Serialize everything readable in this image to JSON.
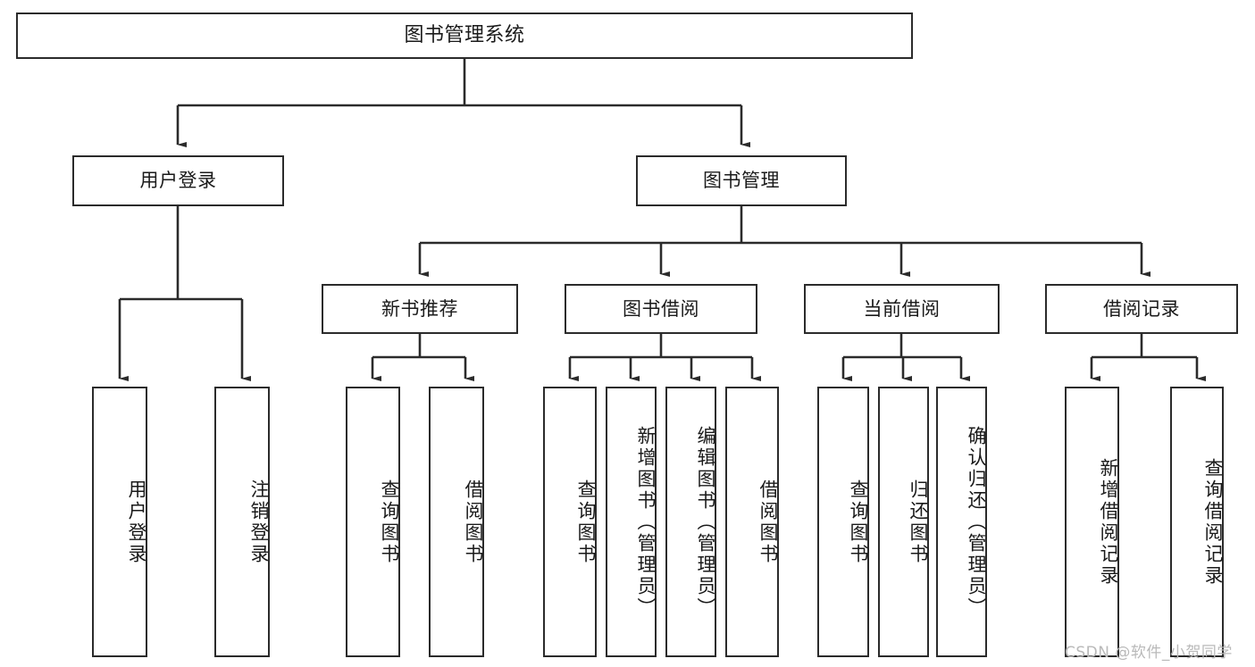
{
  "diagram": {
    "title": "图书管理系统",
    "type": "hierarchy-tree",
    "orientation": "top-down",
    "levels": 3,
    "colors": {
      "box_border": "#2b2b2b",
      "box_fill": "#ffffff",
      "edge": "#2b2b2b",
      "text": "#1a1a1a",
      "watermark": "#b9b9b9",
      "background": "#ffffff"
    }
  },
  "nodes": {
    "root": {
      "label": "图书管理系统"
    },
    "level1": [
      {
        "id": "user-login",
        "label": "用户登录"
      },
      {
        "id": "book-management",
        "label": "图书管理"
      }
    ],
    "level2": [
      {
        "id": "new-book-recommend",
        "label": "新书推荐",
        "parent": "book-management"
      },
      {
        "id": "book-borrow",
        "label": "图书借阅",
        "parent": "book-management"
      },
      {
        "id": "current-borrow",
        "label": "当前借阅",
        "parent": "book-management"
      },
      {
        "id": "borrow-record",
        "label": "借阅记录",
        "parent": "book-management"
      }
    ],
    "leaves": [
      {
        "id": "leaf-user-login",
        "label": "用户登录",
        "parent": "user-login"
      },
      {
        "id": "leaf-logout",
        "label": "注销登录",
        "parent": "user-login"
      },
      {
        "id": "leaf-query-book-1",
        "label": "查询图书",
        "parent": "new-book-recommend"
      },
      {
        "id": "leaf-borrow-book-1",
        "label": "借阅图书",
        "parent": "new-book-recommend"
      },
      {
        "id": "leaf-query-book-2",
        "label": "查询图书",
        "parent": "book-borrow"
      },
      {
        "id": "leaf-add-book",
        "label": "新增图书（管理员）",
        "parent": "book-borrow"
      },
      {
        "id": "leaf-edit-book",
        "label": "编辑图书（管理员）",
        "parent": "book-borrow"
      },
      {
        "id": "leaf-borrow-book-2",
        "label": "借阅图书",
        "parent": "book-borrow"
      },
      {
        "id": "leaf-query-book-3",
        "label": "查询图书",
        "parent": "current-borrow"
      },
      {
        "id": "leaf-return-book",
        "label": "归还图书",
        "parent": "current-borrow"
      },
      {
        "id": "leaf-confirm-return",
        "label": "确认归还（管理员）",
        "parent": "current-borrow"
      },
      {
        "id": "leaf-add-record",
        "label": "新增借阅记录",
        "parent": "borrow-record"
      },
      {
        "id": "leaf-query-record",
        "label": "查询借阅记录",
        "parent": "borrow-record"
      }
    ]
  },
  "watermark": {
    "text": "CSDN @软件_小贺同学"
  }
}
